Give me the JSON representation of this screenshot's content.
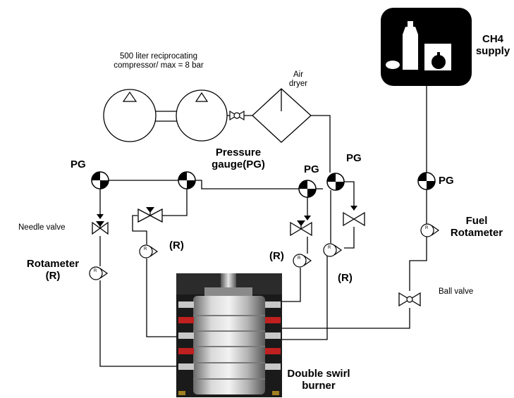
{
  "labels": {
    "compressor": "500 liter reciprocating compressor/ max = 8 bar",
    "air_dryer": "Air dryer",
    "ch4_supply": "CH4 supply",
    "pressure_gauge": "Pressure gauge(PG)",
    "pg": "PG",
    "needle_valve": "Needle valve",
    "rotameter": "Rotameter (R)",
    "r": "(R)",
    "fuel_rotameter": "Fuel Rotameter",
    "ball_valve": "Ball valve",
    "burner": "Double swirl burner"
  },
  "icons": {
    "ch4_supply": "gas-supply-icon",
    "pressure_gauge": "pressure-gauge-icon",
    "valve": "valve-icon",
    "rotameter": "rotameter-icon",
    "compressor": "compressor-tank-icon",
    "air_dryer": "air-dryer-icon",
    "burner": "burner-photo"
  },
  "colors": {
    "line": "#000000",
    "icon_bg": "#000000",
    "burner_metal": "#b8b8b8",
    "burner_accent": "#c02020"
  }
}
